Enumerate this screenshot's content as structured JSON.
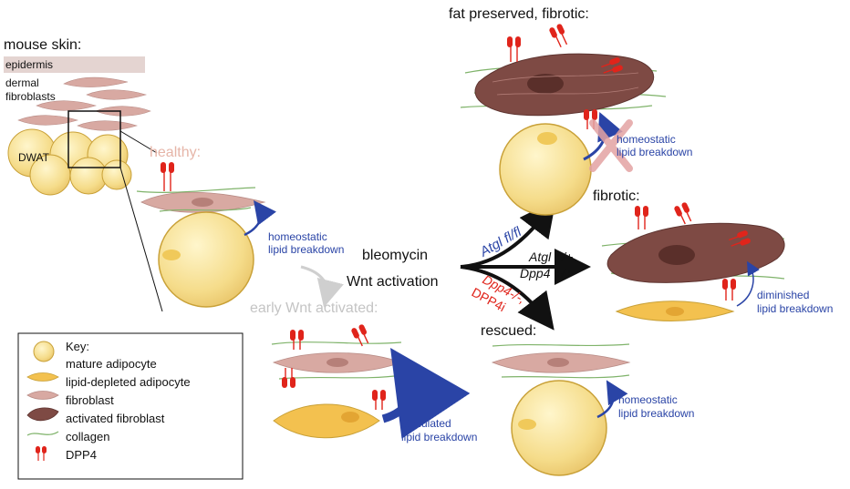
{
  "labels": {
    "mouse_skin": "mouse skin:",
    "epidermis": "epidermis",
    "dermal": "dermal",
    "fibroblasts": "fibroblasts",
    "dwat": "DWAT",
    "healthy": "healthy:",
    "early_wnt": "early Wnt activated:",
    "fat_preserved": "fat preserved, fibrotic:",
    "fibrotic": "fibrotic:",
    "rescued": "rescued:",
    "bleomycin": "bleomycin",
    "wnt_activation": "Wnt activation",
    "atgl_flfl": "Atgl fl/fl",
    "atgl_pp": "Atgl +/+",
    "dpp4_pp": "Dpp4 +/+",
    "dpp4_ko": "Dpp4-/-,",
    "dpp4i": "DPP4i"
  },
  "notes": {
    "healthy_l1": "homeostatic",
    "healthy_l2": "lipid breakdown",
    "fatpres_l1": "homeostatic",
    "fatpres_l2": "lipid breakdown",
    "fibrotic_l1": "diminished",
    "fibrotic_l2": "lipid breakdown",
    "rescued_l1": "homeostatic",
    "rescued_l2": "lipid breakdown",
    "early_l1": "stimulated",
    "early_l2": "lipid breakdown"
  },
  "key": {
    "title": "Key:",
    "items": [
      "mature adipocyte",
      "lipid-depleted adipocyte",
      "fibroblast",
      "activated fibroblast",
      "collagen",
      "DPP4"
    ]
  },
  "colors": {
    "healthy": "#e6b5a8",
    "early": "#c4c4c4",
    "blue": "#2a44a6",
    "red": "#e0241b",
    "adipocyte_fill": "#f5dc8a",
    "adipocyte_stroke": "#c9a138",
    "fibroblast": "#d8a9a2",
    "activated_fibroblast": "#7e4a44",
    "collagen": "#7fb36a",
    "x_mark": "#e3a3a3"
  }
}
